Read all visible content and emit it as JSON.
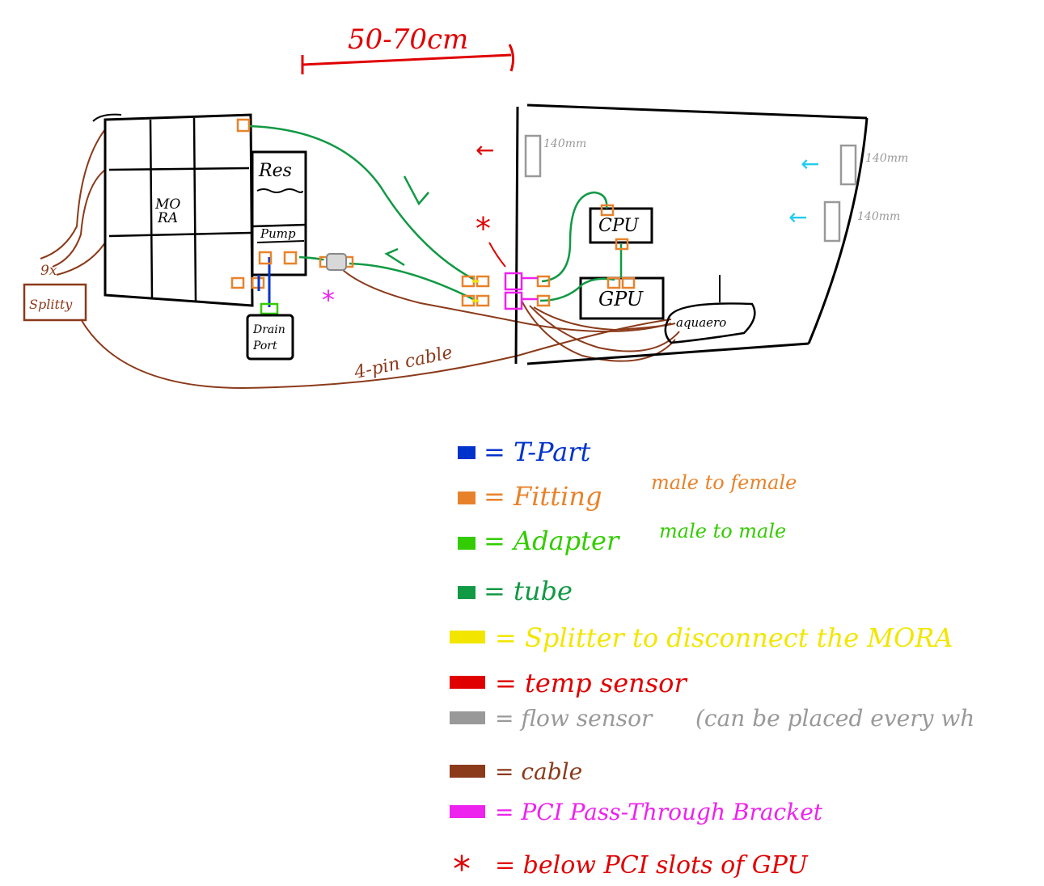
{
  "dimension": {
    "label": "50-70cm",
    "color": "#e00000"
  },
  "radiator": {
    "label_line1": "MO",
    "label_line2": "RA"
  },
  "reservoir": {
    "label": "Res"
  },
  "pump": {
    "label": "Pump"
  },
  "drain": {
    "label_line1": "Drain",
    "label_line2": "Port"
  },
  "splitty": {
    "label": "Splitty",
    "count_label": "9x"
  },
  "case": {
    "fan_left_label": "140mm",
    "fan_right_top_label": "140mm",
    "fan_right_bottom_label": "140mm",
    "cpu_label": "CPU",
    "gpu_label": "GPU",
    "aquaero_label": "aquaero"
  },
  "cable_label": "4-pin cable",
  "legend": [
    {
      "swatch": "blue-swatch",
      "text": "= T-Part",
      "color": "#0033cc"
    },
    {
      "swatch": "orange-swatch",
      "text": "= Fitting",
      "note": "male to female",
      "color": "#e8822a"
    },
    {
      "swatch": "lime-swatch",
      "text": "= Adapter",
      "note": "male to male",
      "color": "#33cc00"
    },
    {
      "swatch": "green-swatch",
      "text": "= tube",
      "color": "#119944"
    },
    {
      "swatch": "yellow-swatch",
      "text": "= Splitter to disconnect the MORA",
      "color": "#f2e600"
    },
    {
      "swatch": "red-swatch",
      "text": "= temp sensor",
      "color": "#e00000"
    },
    {
      "swatch": "gray-swatch",
      "text": "= flow sensor",
      "note": "(can be placed every wh",
      "color": "#999999"
    },
    {
      "swatch": "brown-swatch",
      "text": "= cable",
      "color": "#8b3a1a"
    },
    {
      "swatch": "magenta-swatch",
      "text": "= PCI Pass-Through Bracket",
      "color": "#ee22ee"
    },
    {
      "swatch": "asterisk-icon",
      "symbol": "*",
      "text": "= below PCI slots of GPU",
      "color": "#e00000"
    }
  ]
}
